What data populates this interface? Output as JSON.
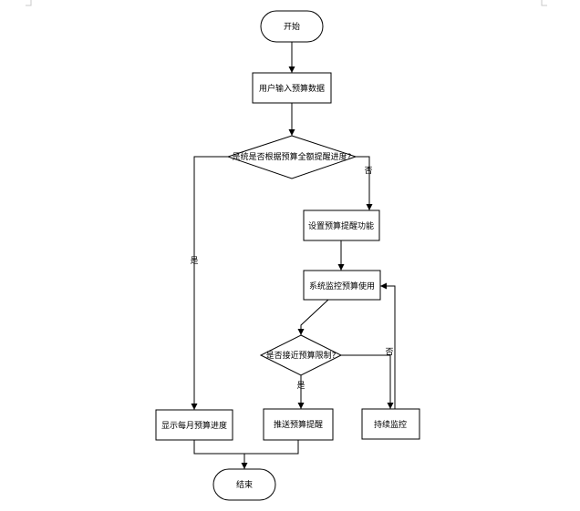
{
  "nodes": {
    "start": "开始",
    "input": "用户输入预算数据",
    "decision_remind": "是统是否根据预算全额提醒进度?",
    "set_remind": "设置预算提醒功能",
    "monitor": "系统监控预算使用",
    "decision_near": "是否接近预算限制?",
    "show_progress": "显示每月预算进度",
    "push_remind": "推送预算提醒",
    "keep_monitor": "持续监控",
    "end": "结束"
  },
  "edge_labels": {
    "remind_no": "否",
    "remind_yes": "是",
    "near_yes": "是",
    "near_no": "否"
  }
}
